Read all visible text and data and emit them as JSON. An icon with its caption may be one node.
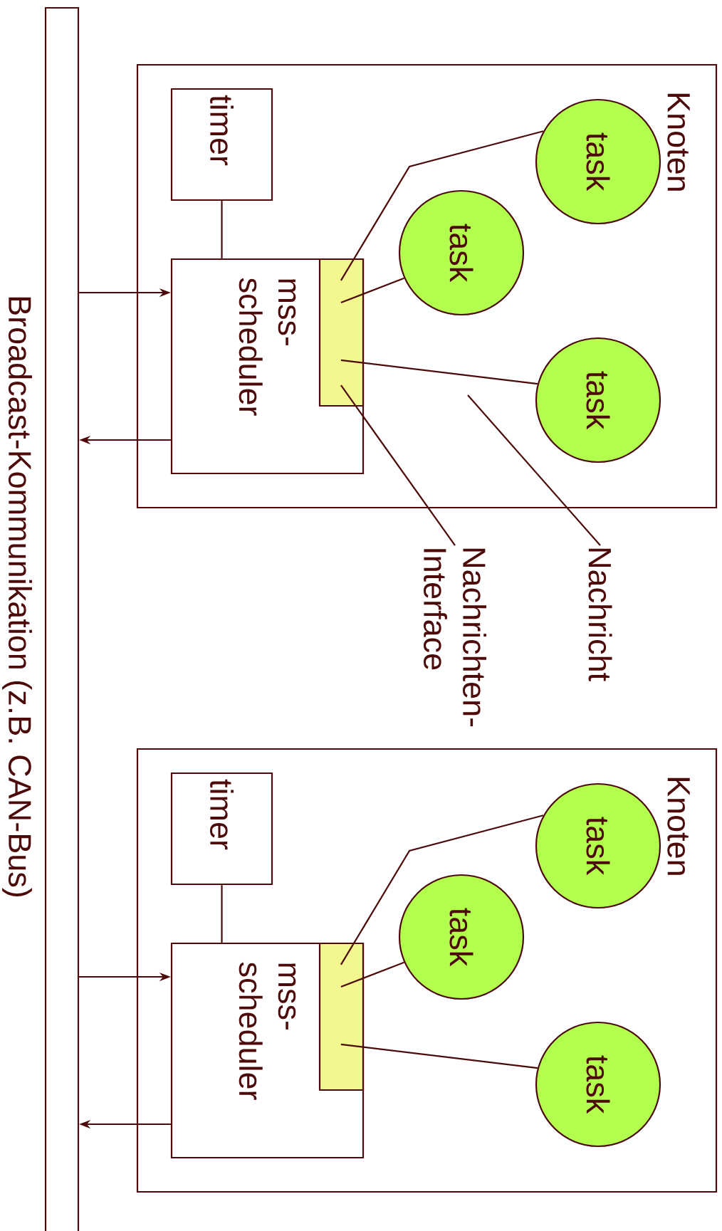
{
  "diagram": {
    "nodes": [
      {
        "text": [
          "Broadcast-Kommunikation (z.B. CAN-Bus)"
        ]
      },
      {
        "text": [
          "Knoten"
        ]
      },
      {
        "text": [
          "timer"
        ],
        "in": 1
      },
      {
        "text": [
          "mss- scheduler"
        ],
        "in": 1
      },
      {
        "text": [],
        "shape": "box",
        "in": 3
      },
      {
        "text": [
          "task"
        ],
        "in": 1
      },
      {
        "text": [
          "task"
        ],
        "in": 1
      },
      {
        "text": [
          "task"
        ],
        "in": 1
      },
      {
        "text": [
          "Knoten"
        ]
      },
      {
        "text": [
          "timer"
        ],
        "in": 8
      },
      {
        "text": [
          "mss- scheduler"
        ],
        "in": 8
      },
      {
        "text": [],
        "shape": "box",
        "in": 10
      },
      {
        "text": [
          "task"
        ],
        "in": 8
      },
      {
        "text": [
          "task"
        ],
        "in": 8
      },
      {
        "text": [
          "task"
        ],
        "in": 8
      },
      {
        "text": [
          "Nachricht"
        ]
      },
      {
        "text": [
          "Nachrichten- Interface"
        ]
      }
    ],
    "edges": [
      {
        "from": 2,
        "to": 3,
        "arrow": "none"
      },
      {
        "from": 0,
        "to": 3,
        "arrow": "to"
      },
      {
        "from": 3,
        "to": 0,
        "arrow": "to"
      },
      {
        "from": 4,
        "to": 5,
        "arrow": "none"
      },
      {
        "from": 4,
        "to": 6,
        "arrow": "none"
      },
      {
        "from": 4,
        "to": 7,
        "arrow": "none"
      },
      {
        "from": 9,
        "to": 10,
        "arrow": "none"
      },
      {
        "from": 0,
        "to": 10,
        "arrow": "to"
      },
      {
        "from": 10,
        "to": 0,
        "arrow": "to"
      },
      {
        "from": 11,
        "to": 12,
        "arrow": "none"
      },
      {
        "from": 11,
        "to": 13,
        "arrow": "none"
      },
      {
        "from": 11,
        "to": 14,
        "arrow": "none"
      },
      {
        "from": 15,
        "to": null,
        "arrow": "none"
      },
      {
        "from": 16,
        "to": 4,
        "arrow": "none"
      }
    ]
  }
}
